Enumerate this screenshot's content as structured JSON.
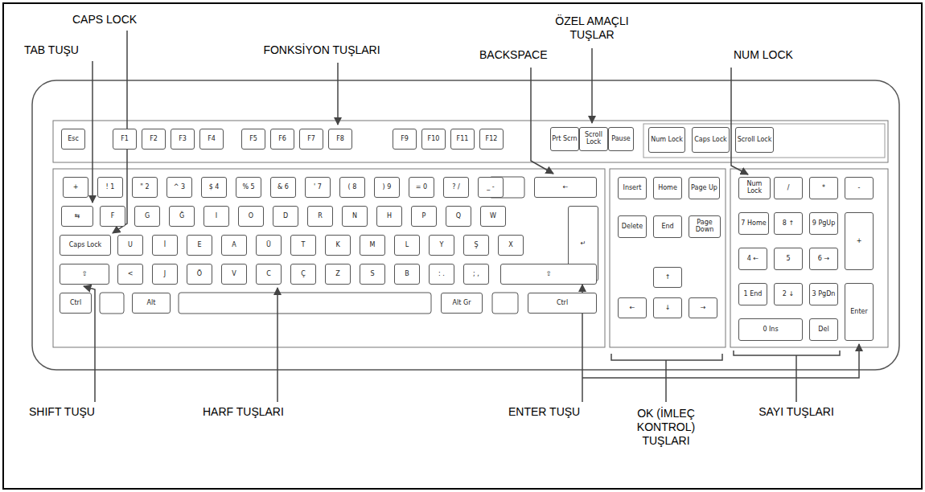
{
  "diagram": {
    "nodes": [
      {
        "text": [
          "Esc"
        ]
      },
      {
        "text": [
          "F1"
        ]
      },
      {
        "text": [
          "F2"
        ]
      },
      {
        "text": [
          "F3"
        ]
      },
      {
        "text": [
          "F4"
        ]
      },
      {
        "text": [
          "F5"
        ]
      },
      {
        "text": [
          "F6"
        ]
      },
      {
        "text": [
          "F7"
        ]
      },
      {
        "text": [
          "F8"
        ]
      },
      {
        "text": [
          "F9"
        ]
      },
      {
        "text": [
          "F10"
        ]
      },
      {
        "text": [
          "F11"
        ]
      },
      {
        "text": [
          "F12"
        ]
      },
      {
        "text": [
          "Prt Scrn"
        ]
      },
      {
        "text": [
          "Scroll Lock"
        ]
      },
      {
        "text": [
          "Pause"
        ]
      },
      {
        "text": [
          "Num Lock"
        ]
      },
      {
        "text": [
          "Caps Lock"
        ]
      },
      {
        "text": [
          "Scroll Lock"
        ]
      },
      {
        "text": [
          "+"
        ]
      },
      {
        "text": [
          "! 1"
        ]
      },
      {
        "text": [
          "\" 2"
        ]
      },
      {
        "text": [
          "^ 3"
        ]
      },
      {
        "text": [
          "$ 4"
        ]
      },
      {
        "text": [
          "% 5"
        ]
      },
      {
        "text": [
          "& 6"
        ]
      },
      {
        "text": [
          "' 7"
        ]
      },
      {
        "text": [
          "( 8"
        ]
      },
      {
        "text": [
          ") 9"
        ]
      },
      {
        "text": [
          "= 0"
        ]
      },
      {
        "text": [
          "? /"
        ]
      },
      {
        "text": [
          "_ -"
        ]
      },
      {
        "text": [
          "←"
        ]
      },
      {
        "text": [
          "⇆"
        ]
      },
      {
        "text": [
          "F"
        ]
      },
      {
        "text": [
          "G"
        ]
      },
      {
        "text": [
          "Ğ"
        ]
      },
      {
        "text": [
          "I"
        ]
      },
      {
        "text": [
          "O"
        ]
      },
      {
        "text": [
          "D"
        ]
      },
      {
        "text": [
          "R"
        ]
      },
      {
        "text": [
          "N"
        ]
      },
      {
        "text": [
          "H"
        ]
      },
      {
        "text": [
          "P"
        ]
      },
      {
        "text": [
          "Q"
        ]
      },
      {
        "text": [
          "W"
        ]
      },
      {
        "text": [
          "↵"
        ]
      },
      {
        "text": [
          "Caps Lock"
        ]
      },
      {
        "text": [
          "U"
        ]
      },
      {
        "text": [
          "İ"
        ]
      },
      {
        "text": [
          "E"
        ]
      },
      {
        "text": [
          "A"
        ]
      },
      {
        "text": [
          "Ü"
        ]
      },
      {
        "text": [
          "T"
        ]
      },
      {
        "text": [
          "K"
        ]
      },
      {
        "text": [
          "M"
        ]
      },
      {
        "text": [
          "L"
        ]
      },
      {
        "text": [
          "Y"
        ]
      },
      {
        "text": [
          "Ş"
        ]
      },
      {
        "text": [
          "X"
        ]
      },
      {
        "text": [
          "⇧"
        ]
      },
      {
        "text": [
          "<"
        ]
      },
      {
        "text": [
          "J"
        ]
      },
      {
        "text": [
          "Ö"
        ]
      },
      {
        "text": [
          "V"
        ]
      },
      {
        "text": [
          "C"
        ]
      },
      {
        "text": [
          "Ç"
        ]
      },
      {
        "text": [
          "Z"
        ]
      },
      {
        "text": [
          "S"
        ]
      },
      {
        "text": [
          "B"
        ]
      },
      {
        "text": [
          ": ."
        ]
      },
      {
        "text": [
          "; ,"
        ]
      },
      {
        "text": [
          "⇧"
        ]
      },
      {
        "text": [
          "Ctrl"
        ]
      },
      {
        "text": [
          "Alt"
        ]
      },
      {
        "text": [
          "Alt Gr"
        ]
      },
      {
        "text": [
          "Ctrl"
        ]
      },
      {
        "text": [
          "Insert"
        ]
      },
      {
        "text": [
          "Home"
        ]
      },
      {
        "text": [
          "Page Up"
        ]
      },
      {
        "text": [
          "Delete"
        ]
      },
      {
        "text": [
          "End"
        ]
      },
      {
        "text": [
          "Page Down"
        ]
      },
      {
        "text": [
          "↑"
        ]
      },
      {
        "text": [
          "←"
        ]
      },
      {
        "text": [
          "↓"
        ]
      },
      {
        "text": [
          "→"
        ]
      },
      {
        "text": [
          "Num Lock"
        ]
      },
      {
        "text": [
          "/"
        ]
      },
      {
        "text": [
          "*"
        ]
      },
      {
        "text": [
          "-"
        ]
      },
      {
        "text": [
          "7 Home"
        ]
      },
      {
        "text": [
          "8 ↑"
        ]
      },
      {
        "text": [
          "9 PgUp"
        ]
      },
      {
        "text": [
          "+"
        ]
      },
      {
        "text": [
          "4 ←"
        ]
      },
      {
        "text": [
          "5"
        ]
      },
      {
        "text": [
          "6 →"
        ]
      },
      {
        "text": [
          "1 End"
        ]
      },
      {
        "text": [
          "2 ↓"
        ]
      },
      {
        "text": [
          "3 PgDn"
        ]
      },
      {
        "text": [
          "Enter"
        ]
      },
      {
        "text": [
          "0 Ins"
        ]
      },
      {
        "text": [
          "Del"
        ]
      }
    ],
    "labels": [
      "CAPS LOCK",
      "TAB TUŞU",
      "FONKSİYON TUŞLARI",
      "BACKSPACE",
      "ÖZEL AMAÇLI TUŞLAR",
      "NUM LOCK",
      "SHIFT TUŞU",
      "HARF TUŞLARI",
      "ENTER TUŞU",
      "OK (İMLEÇ KONTROL) TUŞLARI",
      "SAYI TUŞLARI"
    ]
  }
}
